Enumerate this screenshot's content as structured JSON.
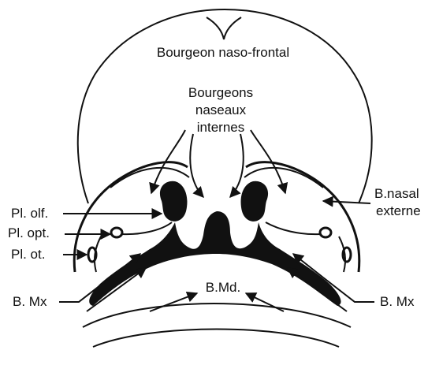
{
  "labels": {
    "naso_frontal": "Bourgeon naso-frontal",
    "nasal_internal_1": "Bourgeons",
    "nasal_internal_2": "naseaux",
    "nasal_internal_3": "internes",
    "nasal_external_1": "B.nasal",
    "nasal_external_2": "externe",
    "pl_olf": "Pl. olf.",
    "pl_opt": "Pl. opt.",
    "pl_ot": "Pl. ot.",
    "b_mx_left": "B. Mx",
    "b_mx_right": "B. Mx",
    "b_md": "B.Md."
  },
  "colors": {
    "ink": "#111111",
    "background": "#ffffff"
  }
}
